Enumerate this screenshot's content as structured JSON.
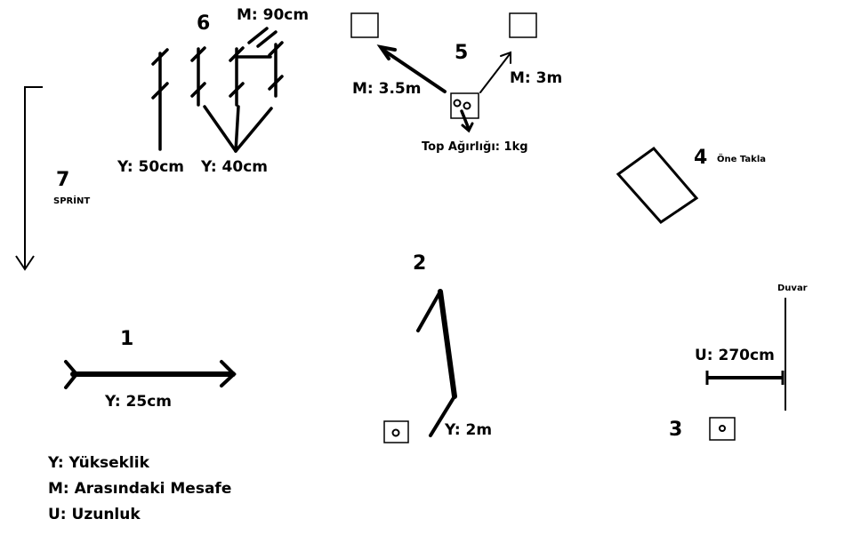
{
  "stations": {
    "s1": {
      "number": "1",
      "height": "Y: 25cm"
    },
    "s2": {
      "number": "2",
      "height": "Y: 2m"
    },
    "s3": {
      "number": "3",
      "length": "U: 270cm",
      "wall": "Duvar"
    },
    "s4": {
      "number": "4",
      "title": "Öne Takla"
    },
    "s5": {
      "number": "5",
      "left_distance": "M: 3.5m",
      "right_distance": "M: 3m",
      "ball_weight": "Top Ağırlığı: 1kg"
    },
    "s6": {
      "number": "6",
      "distance": "M: 90cm",
      "height_low": "Y: 50cm",
      "height_mid": "Y: 40cm"
    },
    "s7": {
      "number": "7",
      "title": "SPRİNT"
    }
  },
  "legend": {
    "items": [
      "Y: Yükseklik",
      "M: Arasındaki Mesafe",
      "U: Uzunluk"
    ]
  }
}
